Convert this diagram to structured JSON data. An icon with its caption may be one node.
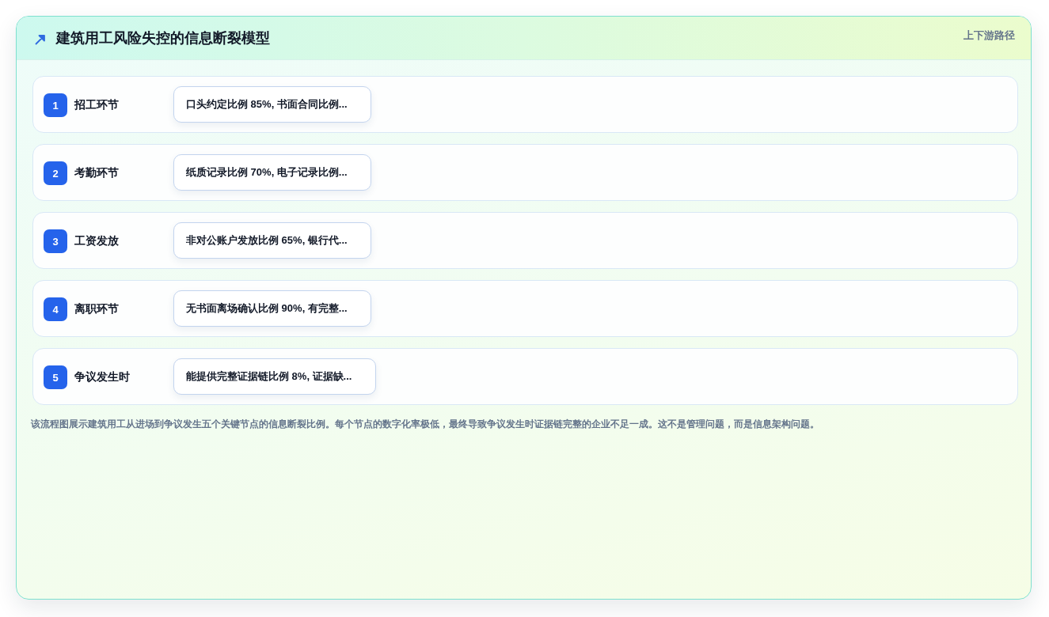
{
  "diagram": {
    "title": "建筑用工风险失控的信息断裂模型",
    "caption": "该流程图展示建筑用工从进场到争议发生五个关键节点的信息断裂比例。每个节点的数字化率极低，最终导致争议发生时证据链完整的企业不足一成。这不是管理问题，而是信息架构问题。",
    "nodes": [
      {
        "text": [
          "招工环节"
        ]
      },
      {
        "text": [
          "1"
        ],
        "in": 0
      },
      {
        "text": [
          "口头约定比例 85%, 书面合同比例..."
        ],
        "in": 0
      },
      {
        "text": [
          "考勤环节"
        ]
      },
      {
        "text": [
          "2"
        ],
        "in": 3
      },
      {
        "text": [
          "纸质记录比例 70%, 电子记录比例..."
        ],
        "in": 3
      },
      {
        "text": [
          "工资发放"
        ]
      },
      {
        "text": [
          "3"
        ],
        "in": 6
      },
      {
        "text": [
          "非对公账户发放比例 65%, 银行代..."
        ],
        "in": 6
      },
      {
        "text": [
          "离职环节"
        ]
      },
      {
        "text": [
          "4"
        ],
        "in": 9
      },
      {
        "text": [
          "无书面离场确认比例 90%, 有完整..."
        ],
        "in": 9
      },
      {
        "text": [
          "争议发生时"
        ]
      },
      {
        "text": [
          "5"
        ],
        "in": 12
      },
      {
        "text": [
          "能提供完整证据链比例 8%, 证据缺..."
        ],
        "in": 12
      }
    ],
    "labels": [
      "上下游路径"
    ]
  }
}
